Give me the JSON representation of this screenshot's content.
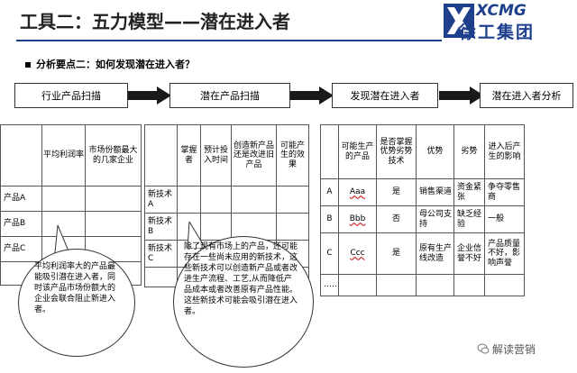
{
  "title": "工具二：五力模型——潜在进入者",
  "logo": {
    "en": "XCMG",
    "cn": "徐工集团"
  },
  "subtitle": "分析要点二：如何发现潜在进入者？",
  "flow": [
    "行业产品扫描",
    "潜在产品扫描",
    "发现潜在进入者",
    "潜在进入者分析"
  ],
  "table1": {
    "headers": [
      "",
      "平均利润率",
      "市场份额最大的几家企业"
    ],
    "rows": [
      [
        "产品A",
        "",
        ""
      ],
      [
        "产品B",
        "",
        ""
      ],
      [
        "产品C",
        "",
        ""
      ],
      [
        "",
        "",
        ""
      ]
    ]
  },
  "table2": {
    "headers": [
      "",
      "掌握者",
      "预计投入时间",
      "创造新产品还是改进旧产品",
      "可能产生的效果"
    ],
    "rows": [
      [
        "新技术A",
        "",
        "",
        "",
        ""
      ],
      [
        "新技术B",
        "",
        "",
        "",
        ""
      ],
      [
        "新技术C",
        "",
        "",
        "",
        ""
      ],
      [
        "",
        "",
        "",
        "",
        ""
      ]
    ]
  },
  "table3": {
    "headers": [
      "",
      "可能生产的产品",
      "是否掌握优势劣势技术",
      "优势",
      "劣势",
      "进入后产生的影响"
    ],
    "rows": [
      [
        "A",
        "Aaa",
        "是",
        "销售渠道",
        "资金紧张",
        "争夺零售商"
      ],
      [
        "B",
        "Bbb",
        "否",
        "母公司支持",
        "缺乏经验",
        "一般"
      ],
      [
        "C",
        "Ccc",
        "是",
        "原有生产线改造",
        "企业信誉不好",
        "产品质量不好，影响声誉"
      ],
      [
        "……",
        "",
        "",
        "",
        "",
        ""
      ]
    ]
  },
  "bubble1": {
    "text": "平均利润率大的产品最能吸引潜在进入者，同时该产品市场份额大的企业会联合阻止新进入者。"
  },
  "bubble2": {
    "text": "除了现有市场上的产品，还可能存在一些尚未应用的新技术，这些新技术可以创造新产品或者改进生产流程、工艺,从而降低产品成本或者改善原有产品性能。这些新技术可能会吸引潜在进入者。"
  },
  "watermark": "解读营销",
  "colors": {
    "brand": "#1d3f8c",
    "arrow": "#1a1a1a"
  }
}
